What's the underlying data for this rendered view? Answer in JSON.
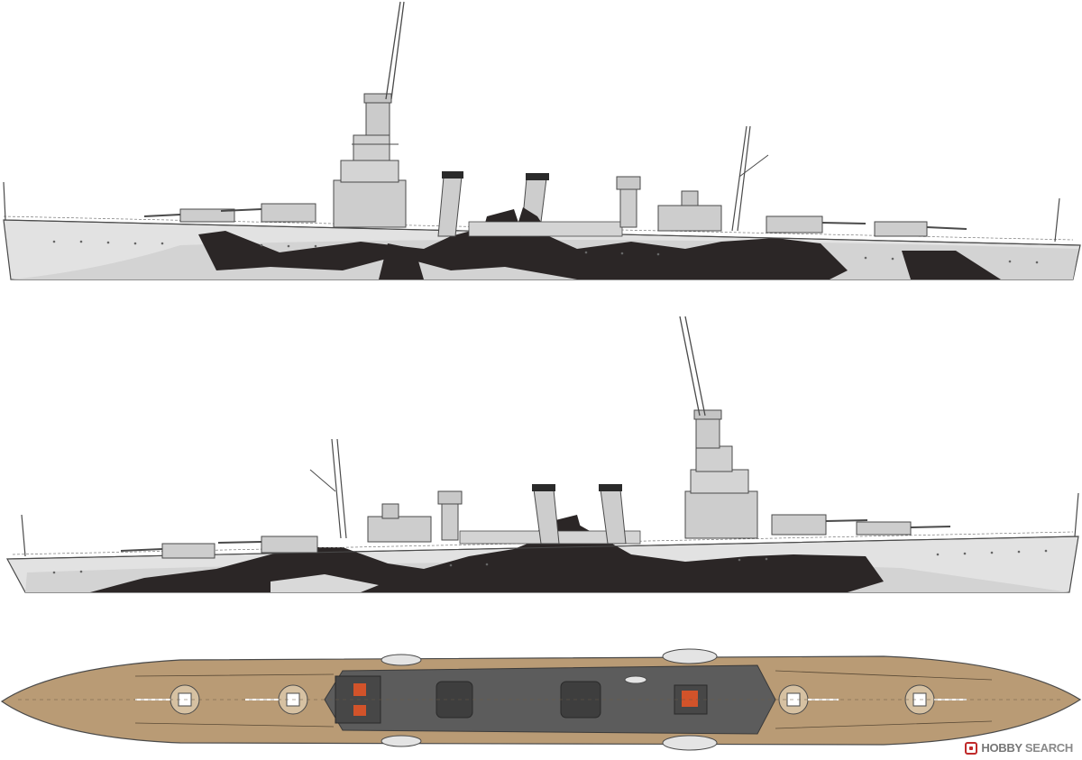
{
  "drawing": {
    "views": [
      "starboard-profile",
      "port-profile",
      "plan-view"
    ]
  },
  "colors": {
    "hull_light": "#e2e2e2",
    "hull_mid": "#cfcfcf",
    "camo_dark": "#2b2626",
    "outline": "#4a4a4a",
    "superstructure": "#cdcdcd",
    "funnel_cap": "#2a2a2a",
    "deck_wood": "#b99b75",
    "deck_grey": "#5c5c5c",
    "deck_dark": "#3e3e3e",
    "accent_orange": "#d2532a"
  },
  "watermark": {
    "brand": "HOBBY",
    "suffix": "SEARCH",
    "logo_icon": "hobby-search-logo-icon"
  }
}
